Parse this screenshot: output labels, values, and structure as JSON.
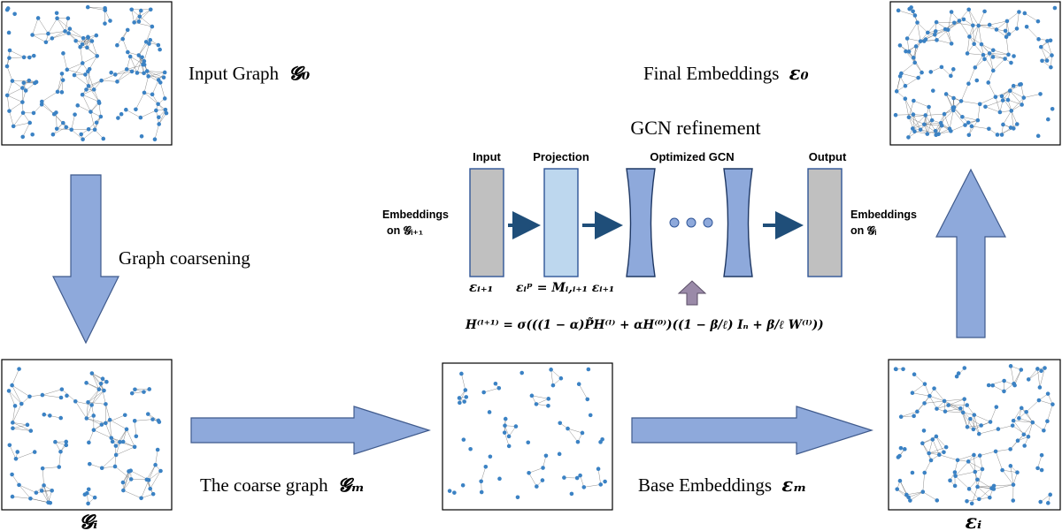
{
  "colors": {
    "arrow_fill": "#8ea9db",
    "arrow_stroke": "#3f5a8c",
    "gray_block": "#c0c0c0",
    "projection_block": "#bdd7ee",
    "gcn_block": "#8ea9db",
    "node": "#3b82c4",
    "edge": "#555555",
    "up_arrow": "#9a8aa8"
  },
  "labels": {
    "input_graph_text": "Input Graph",
    "input_graph_symbol": "𝓖₀",
    "final_embeddings_text": "Final Embeddings",
    "final_embeddings_symbol": "ε₀",
    "graph_coarsening": "Graph coarsening",
    "coarse_graph_text": "The coarse graph",
    "coarse_graph_symbol": "𝓖ₘ",
    "base_embeddings_text": "Base Embeddings",
    "base_embeddings_symbol": "εₘ",
    "g_i": "𝓖ᵢ",
    "eps_i": "εᵢ"
  },
  "gcn": {
    "title": "GCN refinement",
    "input_label": "Input",
    "projection_label": "Projection",
    "optimized_label": "Optimized GCN",
    "output_label": "Output",
    "embeddings_in_line1": "Embeddings",
    "embeddings_in_line2": "on  𝓖ᵢ₊₁",
    "embeddings_out_line1": "Embeddings",
    "embeddings_out_line2": "on  𝓖ᵢ",
    "eps_in": "εᵢ₊₁",
    "proj_formula": "εᵢᵖ = Mᵢ,ᵢ₊₁ εᵢ₊₁",
    "ellipsis": "● ● ●",
    "update_formula": "H⁽ˡ⁺¹⁾ = σ(((1 − α)P̃H⁽ˡ⁾ + αH⁽⁰⁾)((1 − β/ℓ) Iₙ + β/ℓ W⁽ˡ⁾))"
  }
}
